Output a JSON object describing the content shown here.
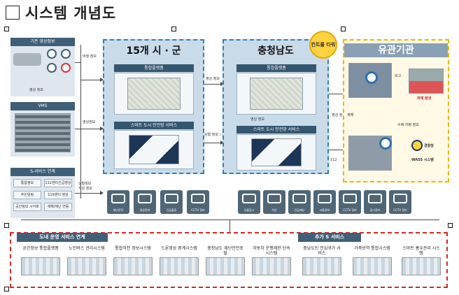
{
  "title": "시스템 개념도",
  "left": {
    "basic_header": "기존 영상정보",
    "vms": "VMS",
    "s_service": "S-서비스 연계",
    "s_items": [
      "통합정보",
      "112센터긴급영상",
      "주민알림",
      "119센터 영상",
      "공간정보 시각화",
      "재해/재난 연동"
    ],
    "labels": [
      "비행 정보",
      "영상 정보",
      "영상정보",
      "상황정보",
      "지원 정보"
    ]
  },
  "city": {
    "title": "15개 시 · 군",
    "top_bar": "통합플랫폼",
    "bottom_bar": "스마트 도시 안전망 서비스",
    "services": [
      "재난안전",
      "영상정보",
      "긴급출동",
      "CCTV 정보"
    ]
  },
  "province": {
    "title": "충청남도",
    "badge": "컨트롤 타워",
    "top_bar": "통합플랫폼",
    "bottom_bar": "스마트 도시 안전망 서비스",
    "services": [
      "산불감시",
      "치안",
      "긴급재난",
      "교통정보",
      "CCTV 정보"
    ],
    "labels": [
      "영상 정보",
      "CCTV 정보",
      "감시정보"
    ]
  },
  "links": [
    "영상 정보",
    "영상 정보",
    "상황 정보 / 지원 정보"
  ],
  "org": {
    "title": "유관기관",
    "fire": "화재 발생",
    "police": "경찰청",
    "wass": "WASS 시스템",
    "labels": [
      "보고",
      "수배 차량 정보",
      "영상 정보",
      "재해",
      "112"
    ]
  },
  "bottom": {
    "left_tab": "도내 운영 서비스 연계",
    "right_tab": "추가 S 서비스",
    "items": [
      "공간정보 통합플랫폼",
      "노인버스 관리시스템",
      "통합하천 정보시스템",
      "드론영상 중계시스템",
      "충청남도 재난안전포털",
      "자동차 운행제한 단속시스템",
      "충남도민 안심귀가 서비스",
      "가축방역 통합시스템",
      "스마트 홍수관리 시스템"
    ]
  },
  "colors": {
    "blue_dash": "#2f7fc0",
    "yellow_dash": "#f0b400",
    "red_dash": "#dd2222",
    "dark": "#3f5f78"
  }
}
